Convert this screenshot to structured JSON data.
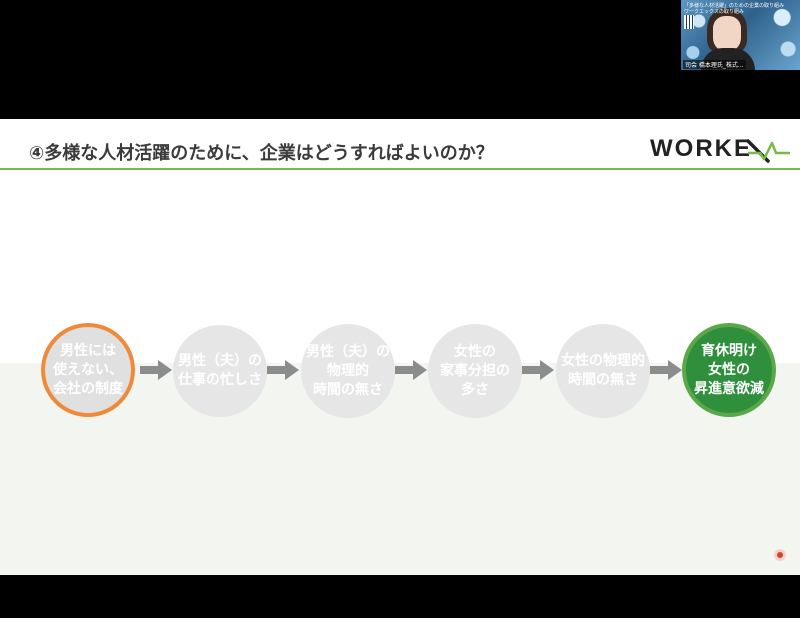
{
  "video": {
    "header_line1": "「多様な人材活躍」のための企業の取り組み",
    "header_line2": "ワークエックスの取り組み",
    "participant_name": "司会 橋本理氏_株式..."
  },
  "slide": {
    "title": "④多様な人材活躍のために、企業はどうすればよいのか？",
    "logo_text": "WORKE",
    "accent_color": "#79b84b",
    "flow_nodes": [
      {
        "label": "男性には\n使えない、\n会社の制度"
      },
      {
        "label": "男性（夫）の\n仕事の忙しさ"
      },
      {
        "label": "男性（夫）の\n物理的\n時間の無さ"
      },
      {
        "label": "女性の\n家事分担の\n多さ"
      },
      {
        "label": "女性の物理的\n時間の無さ"
      },
      {
        "label": "育休明け\n女性の\n昇進意欲減"
      }
    ]
  },
  "colors": {
    "start_ring": "#ef8a3a",
    "end_ring": "#5aa84a",
    "end_fill": "#2f8f3d",
    "node_fill": "#e6e6e6",
    "arrow": "#8c8c8c"
  }
}
